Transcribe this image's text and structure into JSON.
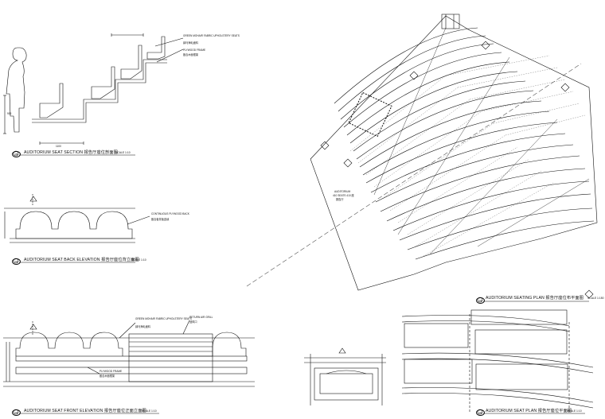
{
  "drawings": [
    {
      "id": "01",
      "title": "AUDITORIUM SEATING PLAN 报告厅座位布平面图",
      "scale": "SCALE 1:150"
    },
    {
      "id": "02",
      "title": "AUDITORIUM SEAT PLAN 报告厅座位平面图",
      "scale": "SCALE 1:10"
    },
    {
      "id": "03",
      "title": "AUDITORIUM SEAT FRONT ELEVATION 报告厅座位正面立面图",
      "scale": "SCALE 1:10"
    },
    {
      "id": "04",
      "title": "AUDITORIUM SEAT BACK ELEVATION 报告厅座位背立面图",
      "scale": "SCALE 1:10"
    },
    {
      "id": "05",
      "title": "AUDITORIUM SEAT SECTION 报告厅座位剖面图",
      "scale": "SCALE 1:10"
    }
  ],
  "notes": {
    "fabric_en": "GREEN MOHAIR FABRIC UPHOLSTERY SEATS",
    "fabric_cn": "绿马海毛面料",
    "plywood_en": "PLYWOOD FRAME",
    "plywood_cn": "胶合木面框架",
    "back_en": "CONTINUOUS PLYWOOD BACK",
    "back_cn": "胶合板背板连续",
    "grill_en": "RETURN AIR GRILL",
    "grill_cn": "回风口",
    "auditorium_en": "AUDITORIUM",
    "auditorium_seats": "410 SEATS 410 座",
    "auditorium_cn": "报告厅"
  },
  "dims": {
    "section_width": "1100",
    "section_height": "900"
  },
  "colors": {
    "line": "#111111",
    "paper": "#ffffff",
    "hidden": "#555555"
  }
}
